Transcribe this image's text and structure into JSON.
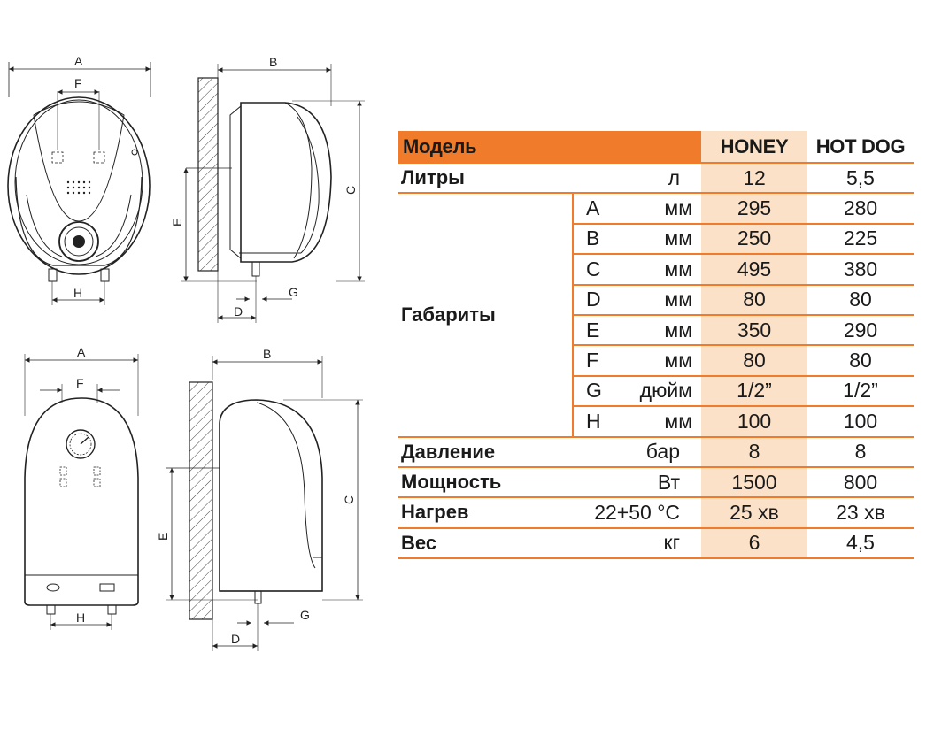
{
  "drawing_labels": {
    "top_front": {
      "A": "A",
      "F": "F",
      "H": "H"
    },
    "top_side": {
      "B": "B",
      "C": "C",
      "D": "D",
      "E": "E",
      "G": "G"
    },
    "bottom_front": {
      "A": "A",
      "F": "F",
      "H": "H"
    },
    "bottom_side": {
      "B": "B",
      "C": "C",
      "D": "D",
      "E": "E",
      "G": "G"
    }
  },
  "table": {
    "header": {
      "label": "Модель",
      "col1": "HONEY",
      "col2": "HOT DOG"
    },
    "liters": {
      "label": "Литры",
      "unit": "л",
      "honey": "12",
      "hotdog": "5,5"
    },
    "dimensions_label": "Габариты",
    "dimensions": [
      {
        "letter": "A",
        "unit": "мм",
        "honey": "295",
        "hotdog": "280"
      },
      {
        "letter": "B",
        "unit": "мм",
        "honey": "250",
        "hotdog": "225"
      },
      {
        "letter": "C",
        "unit": "мм",
        "honey": "495",
        "hotdog": "380"
      },
      {
        "letter": "D",
        "unit": "мм",
        "honey": "80",
        "hotdog": "80"
      },
      {
        "letter": "E",
        "unit": "мм",
        "honey": "350",
        "hotdog": "290"
      },
      {
        "letter": "F",
        "unit": "мм",
        "honey": "80",
        "hotdog": "80"
      },
      {
        "letter": "G",
        "unit": "дюйм",
        "honey": "1/2”",
        "hotdog": "1/2”"
      },
      {
        "letter": "H",
        "unit": "мм",
        "honey": "100",
        "hotdog": "100"
      }
    ],
    "pressure": {
      "label": "Давление",
      "unit": "бар",
      "honey": "8",
      "hotdog": "8"
    },
    "power": {
      "label": "Мощность",
      "unit": "Вт",
      "honey": "1500",
      "hotdog": "800"
    },
    "heating": {
      "label": "Нагрев",
      "unit": "22+50 °C",
      "honey": "25 хв",
      "hotdog": "23 хв"
    },
    "weight": {
      "label": "Вес",
      "unit": "кг",
      "honey": "6",
      "hotdog": "4,5"
    }
  },
  "colors": {
    "accent": "#f07b2a",
    "highlight": "#fbe1c8",
    "line": "#222222"
  }
}
